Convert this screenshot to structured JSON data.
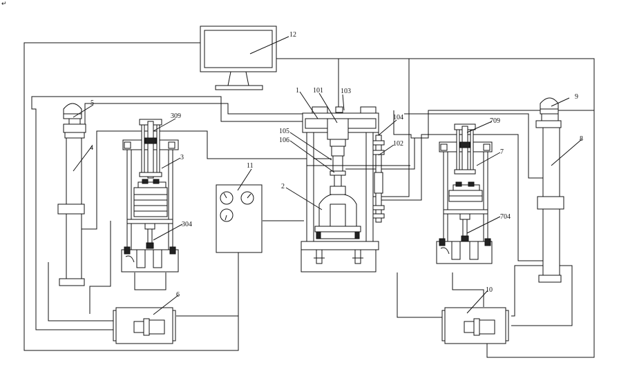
{
  "corner_mark": "↵",
  "labels": {
    "l1": "1",
    "l2": "2",
    "l3": "3",
    "l4": "4",
    "l5": "5",
    "l6": "6",
    "l7": "7",
    "l8": "8",
    "l9": "9",
    "l10": "10",
    "l11": "11",
    "l12": "12",
    "l101": "101",
    "l102": "102",
    "l103": "103",
    "l104": "104",
    "l105": "105",
    "l106": "106",
    "l304": "304",
    "l309": "309",
    "l704": "704",
    "l709": "709"
  },
  "colors": {
    "line": "#111111",
    "fill": "#ffffff",
    "dark": "#222222",
    "shade": "#dddddd"
  }
}
